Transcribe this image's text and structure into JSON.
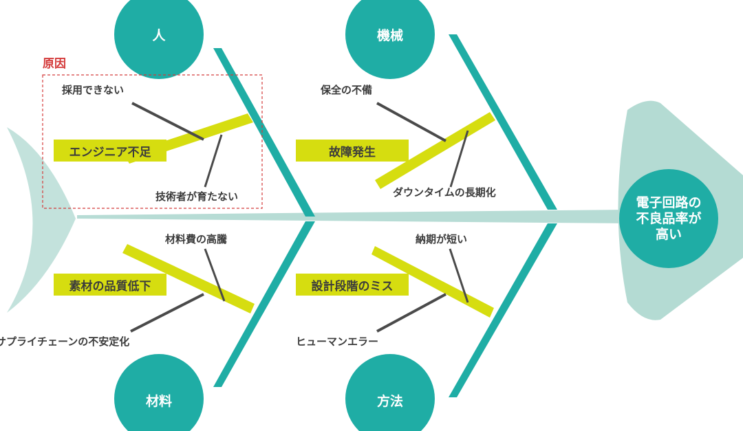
{
  "diagram": {
    "effect": {
      "lines": [
        "電子回路の",
        "不良品率が",
        "高い"
      ]
    },
    "legend_label": "原因",
    "categories": {
      "people": {
        "label": "人",
        "cause": "エンジニア不足",
        "sub1": "採用できない",
        "sub2": "技術者が育たない"
      },
      "machine": {
        "label": "機械",
        "cause": "故障発生",
        "sub1": "保全の不備",
        "sub2": "ダウンタイムの長期化"
      },
      "material": {
        "label": "材料",
        "cause": "素材の品質低下",
        "sub1": "材料費の高騰",
        "sub2": "サプライチェーンの不安定化"
      },
      "method": {
        "label": "方法",
        "cause": "設計段階のミス",
        "sub1": "納期が短い",
        "sub2": "ヒューマンエラー"
      }
    },
    "colors": {
      "teal": "#1fada5",
      "spine": "#b7dcd5",
      "head": "#b4dbd3",
      "tail": "#c3e2dc",
      "yellow": "#d6dd10",
      "dark_line": "#4a4a4a",
      "legend_red": "#d43a3a"
    }
  }
}
